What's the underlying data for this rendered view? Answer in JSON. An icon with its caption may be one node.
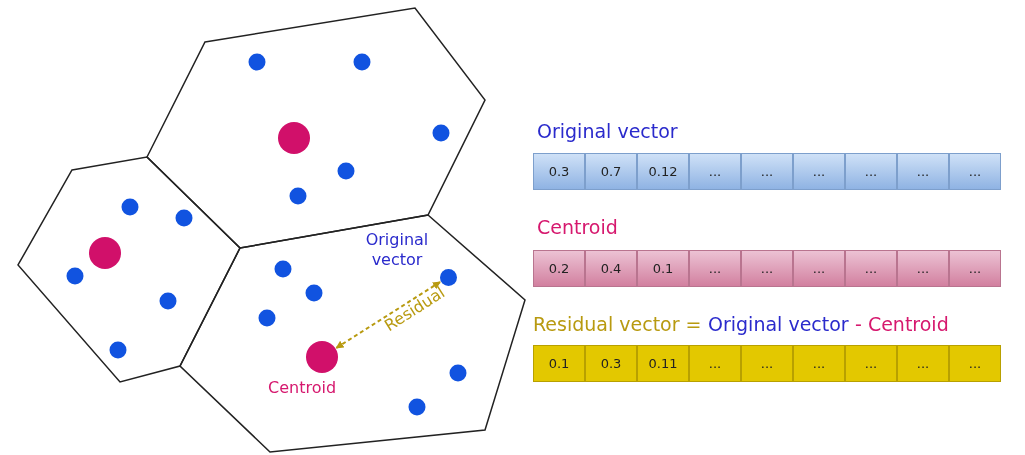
{
  "diagram": {
    "nodes": [
      {
        "text": [],
        "shape": "circle",
        "beside": [
          "Centroid"
        ]
      },
      {
        "text": [],
        "shape": "circle",
        "beside": [
          "Original vector"
        ]
      }
    ],
    "edges": [
      {
        "from": 0,
        "to": 1,
        "arrow": "both",
        "label": "Residual",
        "style": "dashed",
        "color": "#b89a10"
      }
    ],
    "labels": [
      "Original vector",
      "0.3",
      "0.7",
      "0.12",
      "...",
      "...",
      "...",
      "...",
      "...",
      "...",
      "Centroid",
      "0.2",
      "0.4",
      "0.1",
      "...",
      "...",
      "...",
      "...",
      "...",
      "...",
      "Residual vector =",
      "Original vector",
      "- Centroid",
      "0.1",
      "0.3",
      "0.11",
      "...",
      "...",
      "...",
      "...",
      "...",
      "..."
    ]
  }
}
